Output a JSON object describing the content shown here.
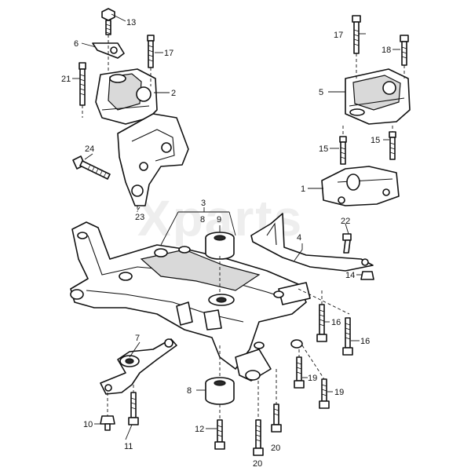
{
  "watermark": "Xparts",
  "callouts": {
    "c1": "1",
    "c2": "2",
    "c3": "3",
    "c4": "4",
    "c5": "5",
    "c6": "6",
    "c7": "7",
    "c8a": "8",
    "c8b": "8",
    "c9": "9",
    "c10": "10",
    "c11": "11",
    "c12": "12",
    "c13": "13",
    "c14": "14",
    "c15a": "15",
    "c15b": "15",
    "c16a": "16",
    "c16b": "16",
    "c17a": "17",
    "c17b": "17",
    "c18": "18",
    "c19a": "19",
    "c19b": "19",
    "c20a": "20",
    "c20b": "20",
    "c21": "21",
    "c22": "22",
    "c23": "23",
    "c24": "24"
  }
}
